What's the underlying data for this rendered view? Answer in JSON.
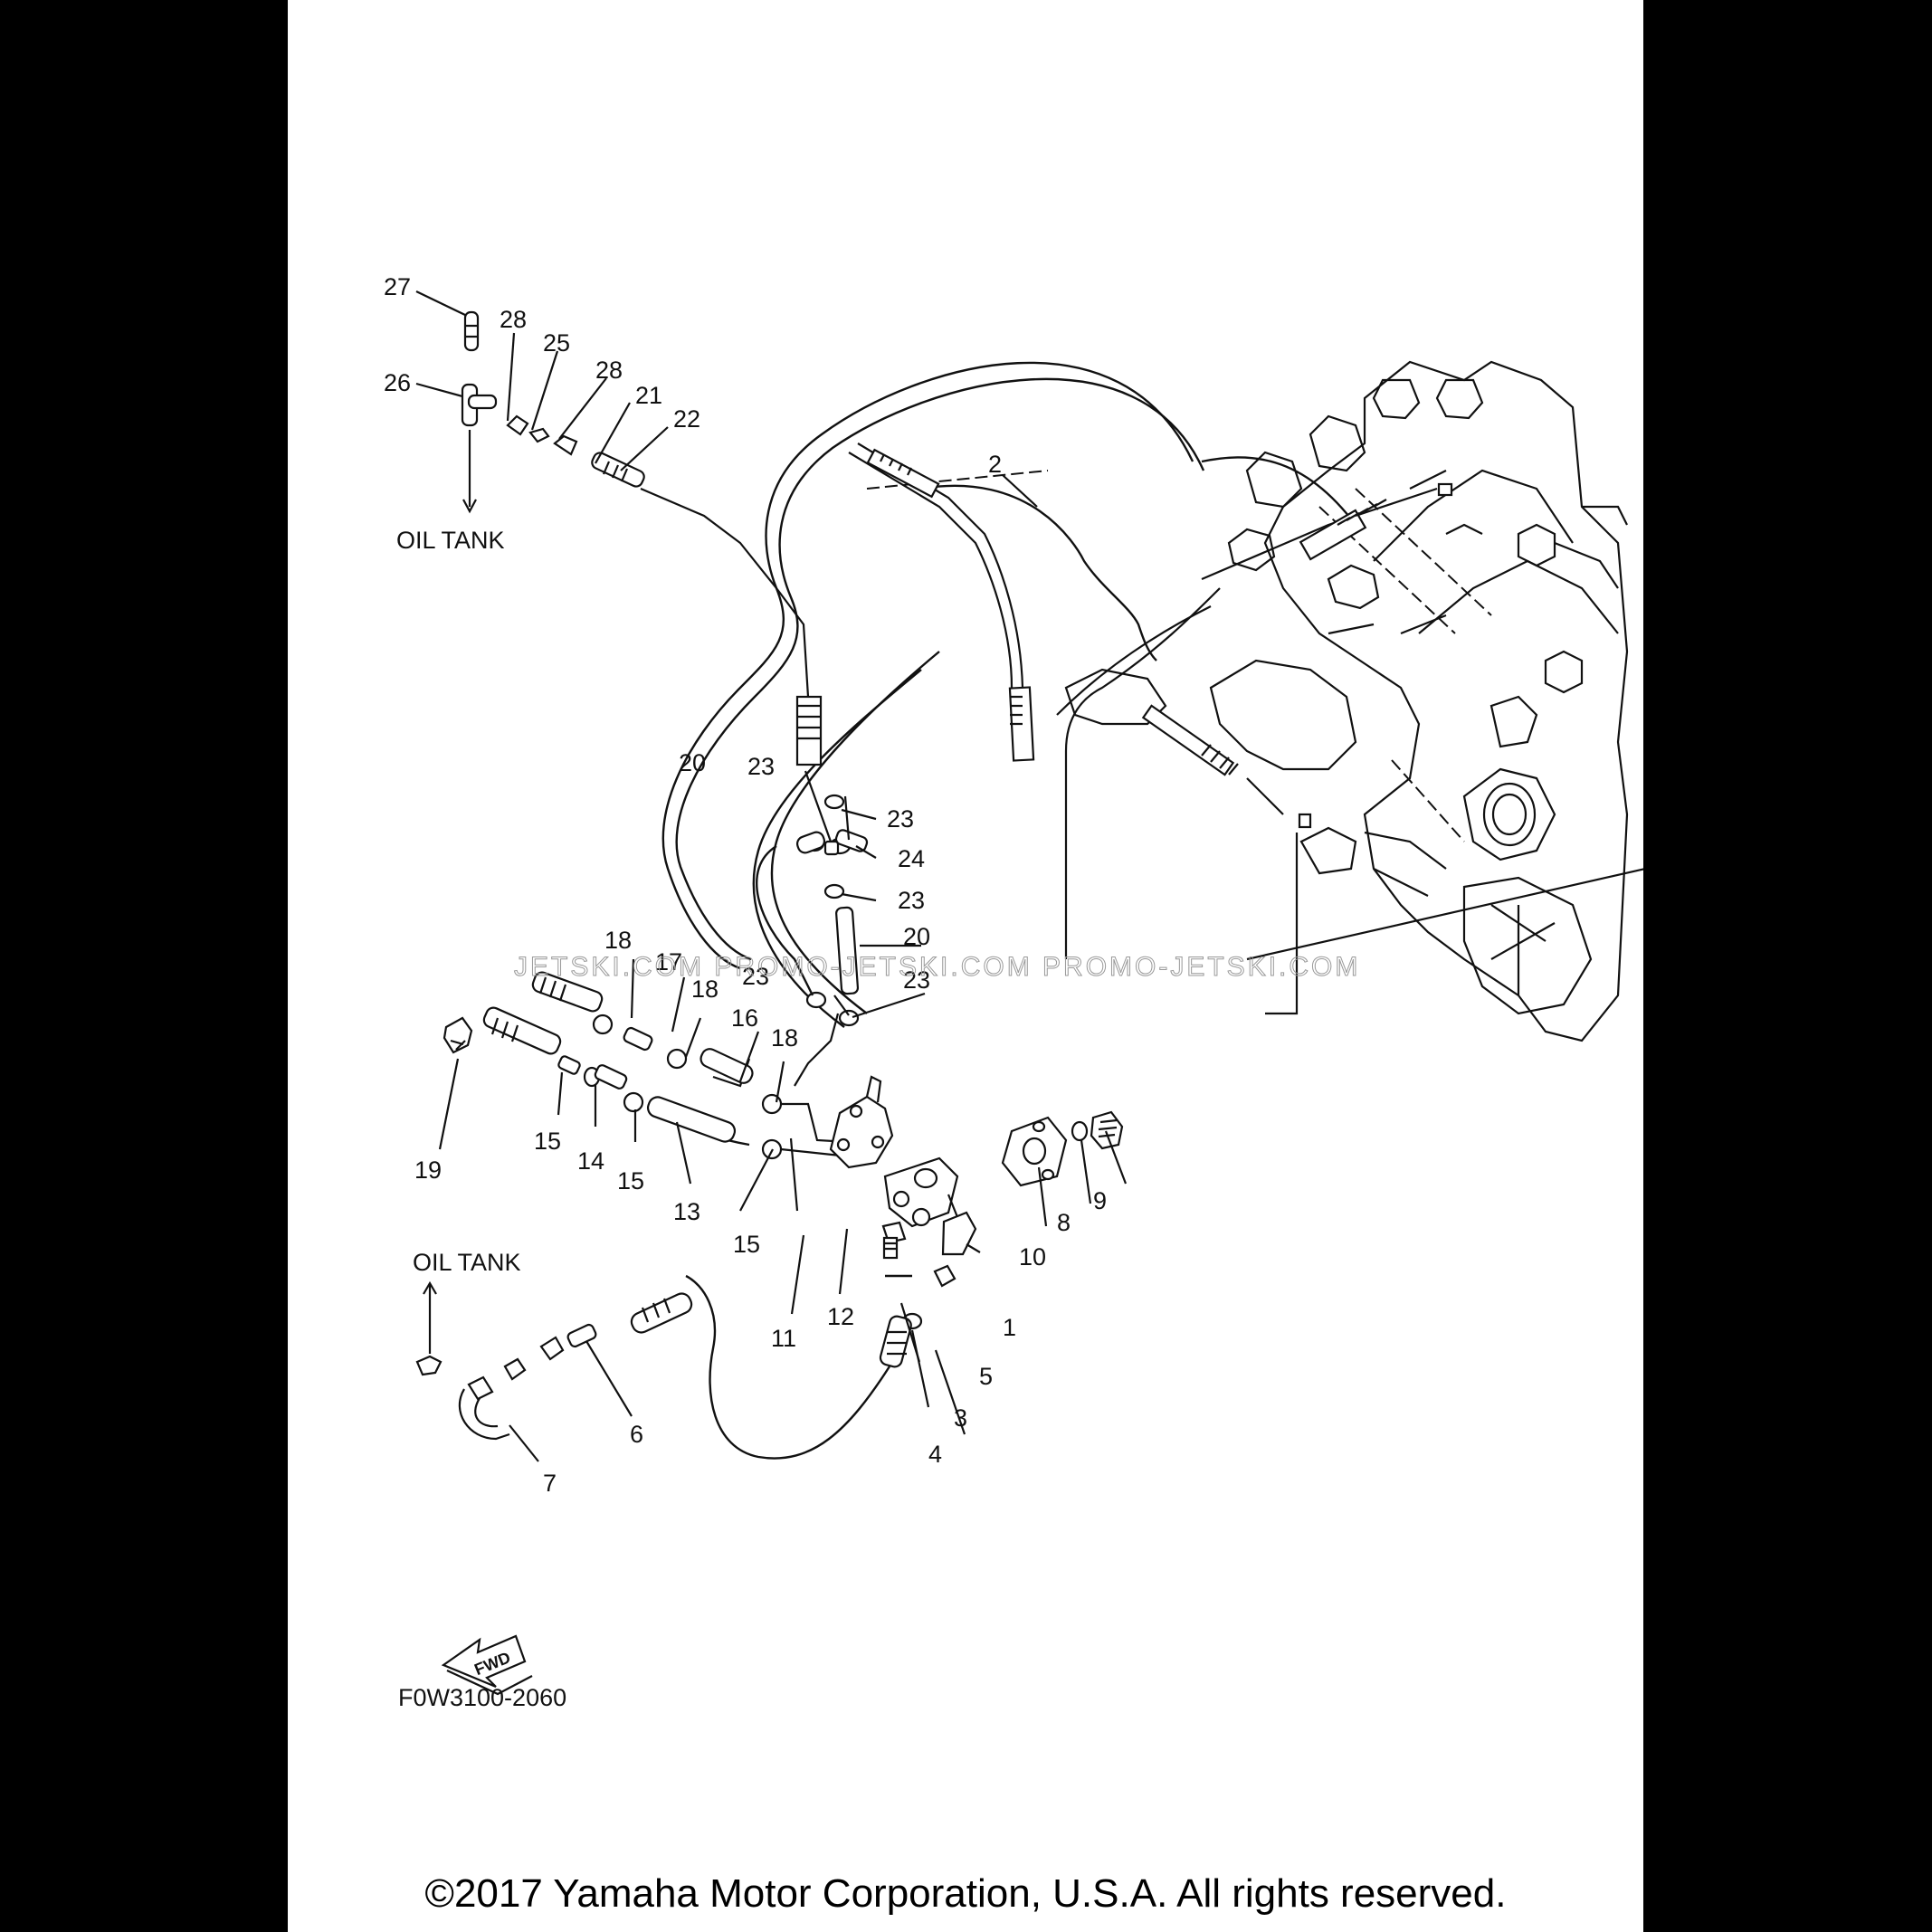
{
  "callouts": [
    "1",
    "2",
    "3",
    "4",
    "5",
    "6",
    "7",
    "8",
    "9",
    "10",
    "11",
    "12",
    "13",
    "14",
    "15",
    "16",
    "17",
    "18",
    "19",
    "20",
    "21",
    "22",
    "23",
    "24",
    "25",
    "26",
    "27",
    "28"
  ],
  "labels": {
    "oil_tank_top": "OIL TANK",
    "oil_tank_bottom": "OIL TANK",
    "fwd": "FWD",
    "diagram_code": "F0W3100-2060",
    "watermark": "JETSKI.COM PROMO-JETSKI.COM PROMO-JETSKI.COM"
  },
  "copyright": "©2017 Yamaha Motor Corporation, U.S.A. All rights reserved."
}
